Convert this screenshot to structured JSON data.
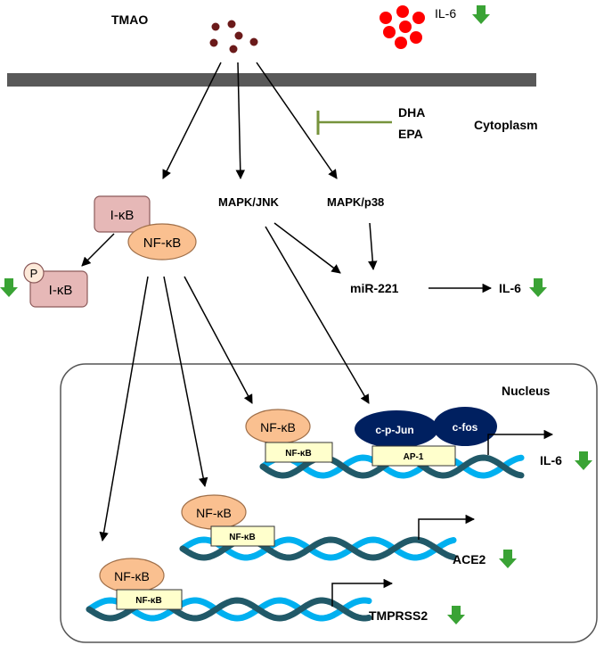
{
  "labels": {
    "tmao": "TMAO",
    "il6_top": "IL-6",
    "dha": "DHA",
    "epa": "EPA",
    "cytoplasm": "Cytoplasm",
    "ikb": "I-κB",
    "nfkb": "NF-κB",
    "p": "P",
    "p_ikb": "I-κB",
    "mapk_jnk": "MAPK/JNK",
    "mapk_p38": "MAPK/p38",
    "mir221": "miR-221",
    "il6_mir": "IL-6",
    "nucleus": "Nucleus",
    "c_p_jun": "c-p-Jun",
    "c_fos": "c-fos",
    "ap1": "AP-1",
    "nfkb_site": "NF-κB",
    "il6_gene": "IL-6",
    "ace2": "ACE2",
    "tmprss2": "TMPRSS2"
  },
  "colors": {
    "membrane": "#595959",
    "tmao_dot": "#6b1a1a",
    "il6_dot": "#ff0000",
    "down_arrow": "#3aa335",
    "inhibit": "#77933c",
    "ikb_fill": "#e6b8b7",
    "nfkb_fill": "#fac090",
    "p_fill": "#fde9d9",
    "site_fill": "#ffffcc",
    "ap1_oval": "#002060",
    "dna_dark": "#215968",
    "dna_light": "#00b0f0"
  }
}
